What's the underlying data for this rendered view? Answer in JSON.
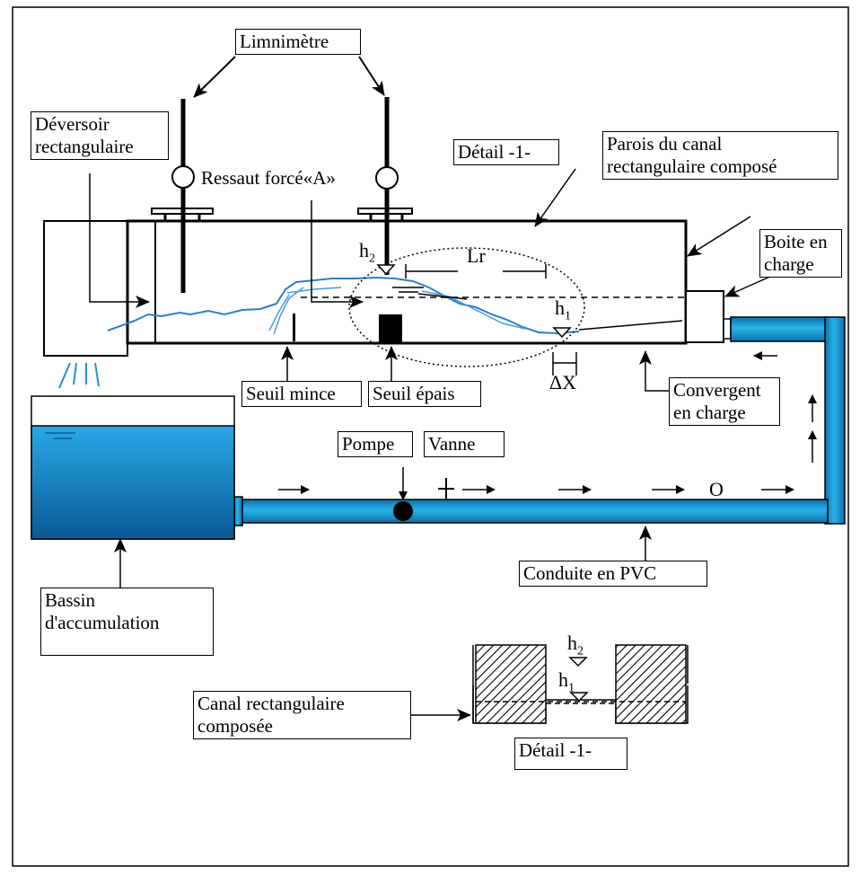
{
  "labels": {
    "limnimetre": "Limnimètre",
    "deversoir": "Déversoir\nrectangulaire",
    "ressaut": "Ressaut forcé«A»",
    "detail_top": "Détail -1-",
    "parois": "Parois du canal\nrectangulaire composé",
    "boite": "Boite en\ncharge",
    "seuil_mince": "Seuil mince",
    "seuil_epais": "Seuil épais",
    "convergent": "Convergent\nen charge",
    "pompe": "Pompe",
    "vanne": "Vanne",
    "bassin": "Bassin\nd'accumulation",
    "conduite": "Conduite en PVC",
    "canal_compose": "Canal rectangulaire\ncomposée",
    "detail_bottom": "Détail -1-"
  },
  "symbols": {
    "h": "h",
    "sub2": "2",
    "sub1": "1",
    "lr": "Lr",
    "dx": "ΔX",
    "o": "O"
  },
  "colors": {
    "water": "#1e90d6",
    "water_dark": "#0d5fa3",
    "pipe": "#1aa0d8",
    "pipe_dark": "#0b6fa8",
    "water_line": "#2a7fd0"
  }
}
